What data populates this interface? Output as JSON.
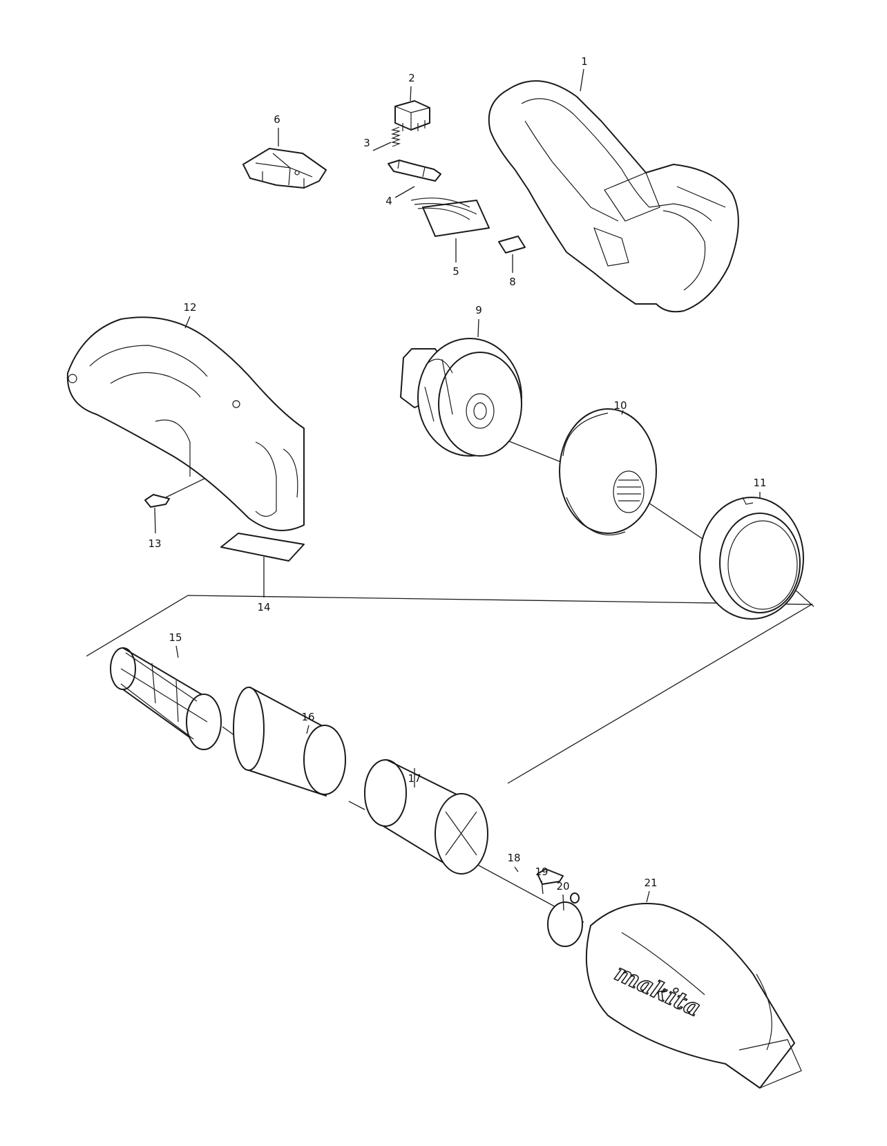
{
  "brand_logo": "makita",
  "callouts": [
    {
      "id": "1",
      "label": "1"
    },
    {
      "id": "2",
      "label": "2"
    },
    {
      "id": "3",
      "label": "3"
    },
    {
      "id": "4",
      "label": "4"
    },
    {
      "id": "5",
      "label": "5"
    },
    {
      "id": "6",
      "label": "6"
    },
    {
      "id": "8",
      "label": "8"
    },
    {
      "id": "9",
      "label": "9"
    },
    {
      "id": "10",
      "label": "10"
    },
    {
      "id": "11",
      "label": "11"
    },
    {
      "id": "12",
      "label": "12"
    },
    {
      "id": "13",
      "label": "13"
    },
    {
      "id": "14",
      "label": "14"
    },
    {
      "id": "15",
      "label": "15"
    },
    {
      "id": "16",
      "label": "16"
    },
    {
      "id": "17",
      "label": "17"
    },
    {
      "id": "18",
      "label": "18"
    },
    {
      "id": "19",
      "label": "19"
    },
    {
      "id": "20",
      "label": "20"
    },
    {
      "id": "21",
      "label": "21"
    }
  ]
}
